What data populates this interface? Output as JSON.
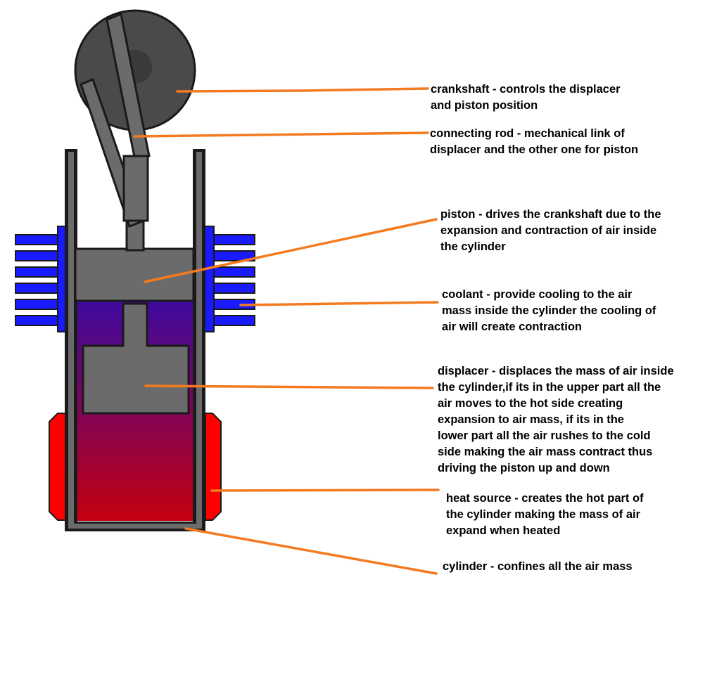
{
  "colors": {
    "leader": "#f47a20",
    "metal": "#6b6b6b",
    "metal_dark": "#4a4a4a",
    "outline": "#1a1a1a",
    "coolant": "#1a1aff",
    "heater": "#ff0000",
    "air_top": "#3d0a9e",
    "air_bottom": "#c4000f"
  },
  "labels": {
    "crankshaft": [
      "crankshaft - controls the displacer",
      "and piston position"
    ],
    "connecting_rod": [
      "connecting rod - mechanical link of",
      "displacer and the other one for piston"
    ],
    "piston": [
      "piston - drives the crankshaft due to the",
      "expansion and contraction of air inside",
      "the cylinder"
    ],
    "coolant": [
      "coolant - provide cooling to the air",
      "mass inside the cylinder the cooling of",
      "air will create contraction"
    ],
    "displacer": [
      "displacer - displaces the mass of air inside",
      "the cylinder,if its in the upper part all the",
      "air moves to the hot side creating",
      "expansion to air mass, if its in the",
      "lower part all the air rushes to the cold",
      "side making the air mass contract thus",
      "driving the piston up and down"
    ],
    "heat_source": [
      "heat source - creates the hot part of",
      "the cylinder making the mass of air",
      "expand when heated"
    ],
    "cylinder": [
      "cylinder - confines all the air mass"
    ]
  }
}
